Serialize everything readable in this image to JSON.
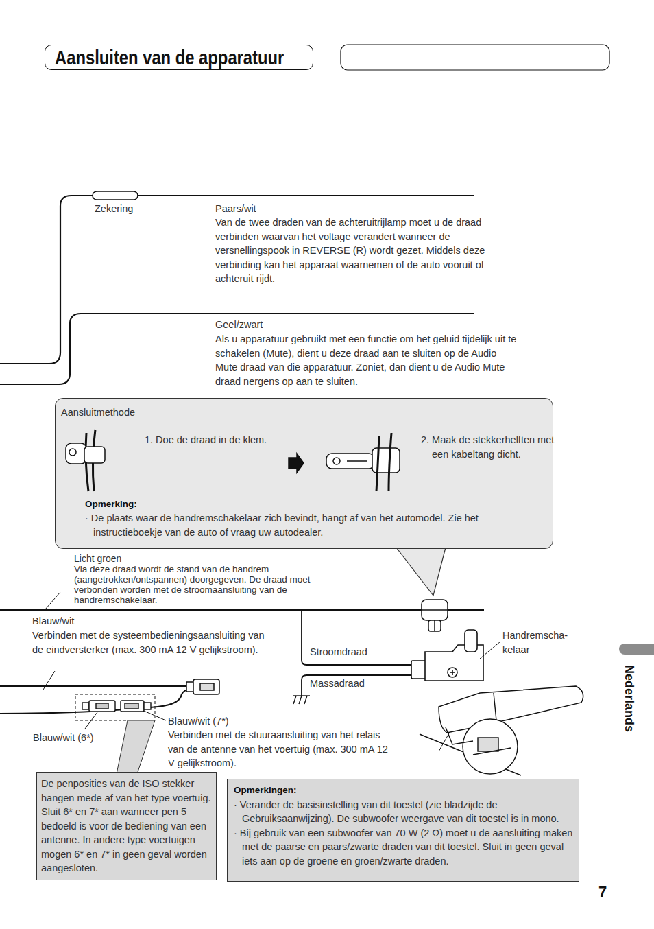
{
  "diagram": {
    "title": "Aansluiten van de apparatuur",
    "nodes": [
      {
        "text": [
          "Aansluitmethode",
          "1. Doe de draad in de klem.",
          "2. Maak de stekkerhelften met een kabeltang dicht.",
          "Opmerking:",
          "· De plaats waar de handremschakelaar zich bevindt, hangt af van het automodel. Zie het instructieboekje van de auto of vraag uw autodealer."
        ]
      },
      {
        "text": [
          "De penposities van de ISO stekker hangen mede af van het type voertuig. Sluit 6* en 7* aan wanneer pen 5 bedoeld is voor de bediening van een antenne. In andere type voertuigen mogen 6* en 7* in geen geval worden aangesloten."
        ]
      },
      {
        "text": [
          "Opmerkingen:",
          "· Verander de basisinstelling van dit toestel (zie bladzijde de Gebruiksaanwijzing). De subwoofer weergave van dit toestel is in mono.",
          "· Bij gebruik van een subwoofer van 70 W (2 Ω) moet u de aansluiting maken met de paarse en paars/zwarte draden van dit toestel. Sluit in geen geval iets aan op de groene en groen/zwarte draden."
        ]
      }
    ],
    "labels": [
      "Zekering",
      "Paars/wit",
      "Van de twee draden van de achteruitrijlamp moet u de draad verbinden waarvan het voltage verandert wanneer de versnellingspook in REVERSE (R) wordt gezet. Middels deze verbinding kan het apparaat waarnemen of de auto vooruit of achteruit rijdt.",
      "Geel/zwart",
      "Als u apparatuur gebruikt met een functie om het geluid tijdelijk uit te schakelen (Mute), dient u deze draad aan te sluiten op de Audio Mute draad van die apparatuur. Zoniet, dan dient u de Audio Mute draad nergens op aan te sluiten.",
      "Licht groen",
      "Via deze draad wordt de stand van de handrem (aangetrokken/ontspannen) doorgegeven. De draad moet verbonden worden met de stroomaansluiting van de handremschakelaar.",
      "Blauw/wit",
      "Verbinden met de systeembedieningsaansluiting van de eindversterker (max. 300 mA 12 V gelijkstroom).",
      "Stroomdraad",
      "Massadraad",
      "Handremscha- kelaar",
      "Blauw/wit (7*)",
      "Verbinden met de stuuraansluiting van het relais van de antenne van het voertuig (max. 300 mA 12 V gelijkstroom).",
      "Blauw/wit (6*)",
      "Nederlands",
      "7"
    ]
  }
}
